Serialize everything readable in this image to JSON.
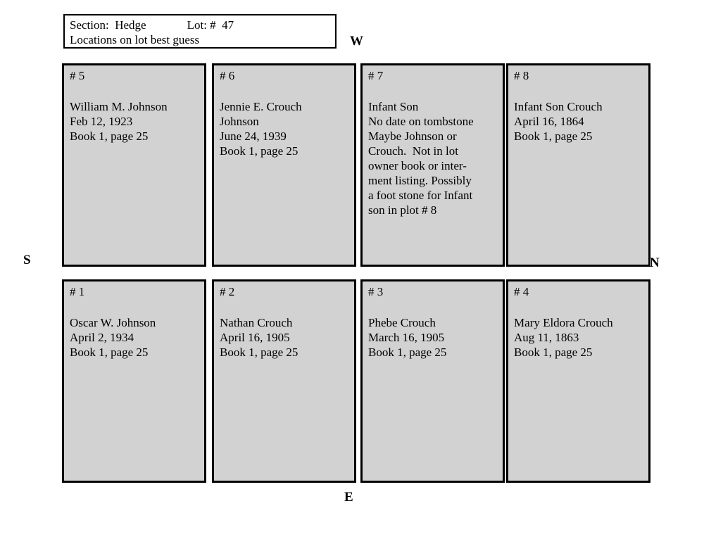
{
  "header": {
    "section_label": "Section:  Hedge",
    "lot_label": "Lot: #  47",
    "subtitle": "Locations on lot best guess"
  },
  "compass": {
    "top": "W",
    "left": "S",
    "right": "N",
    "bottom": "E"
  },
  "colors": {
    "card_fill": "#d2d2d2",
    "border": "#000000",
    "background": "#ffffff"
  },
  "plots": [
    {
      "number": "# 5",
      "body": "William M. Johnson\nFeb 12, 1923\nBook 1, page 25"
    },
    {
      "number": "# 6",
      "body": "Jennie E. Crouch\nJohnson\nJune 24, 1939\nBook 1, page 25"
    },
    {
      "number": "# 7",
      "body": "Infant Son\nNo date on tombstone\nMaybe Johnson or\nCrouch.  Not in lot\nowner book or inter-\nment listing. Possibly\na foot stone for Infant\nson in plot # 8"
    },
    {
      "number": "# 8",
      "body": "Infant Son Crouch\nApril 16, 1864\nBook 1, page 25"
    },
    {
      "number": "# 1",
      "body": "Oscar W. Johnson\nApril 2, 1934\nBook 1, page 25"
    },
    {
      "number": "# 2",
      "body": "Nathan Crouch\nApril 16, 1905\nBook 1, page 25"
    },
    {
      "number": "# 3",
      "body": "Phebe Crouch\nMarch 16, 1905\nBook 1, page 25"
    },
    {
      "number": "# 4",
      "body": "Mary Eldora Crouch\nAug 11, 1863\nBook 1, page 25"
    }
  ]
}
